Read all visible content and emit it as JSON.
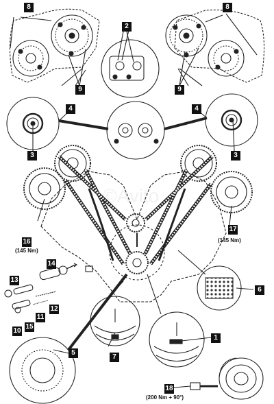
{
  "callouts": {
    "c8_left": "8",
    "c8_right": "8",
    "c2": "2",
    "c9_left": "9",
    "c9_right": "9",
    "c4_left": "4",
    "c4_right": "4",
    "c3_left": "3",
    "c3_right": "3",
    "c16": "16",
    "c17": "17",
    "c14": "14",
    "c13": "13",
    "c12": "12",
    "c11": "11",
    "c10": "10",
    "c15": "15",
    "c6": "6",
    "c5": "5",
    "c7": "7",
    "c1": "1",
    "c18": "18"
  },
  "torque": {
    "t16": "(145 Nm)",
    "t17": "(145 Nm)",
    "t18": "(200 Nm + 90°)"
  },
  "watermark": "©Avito"
}
